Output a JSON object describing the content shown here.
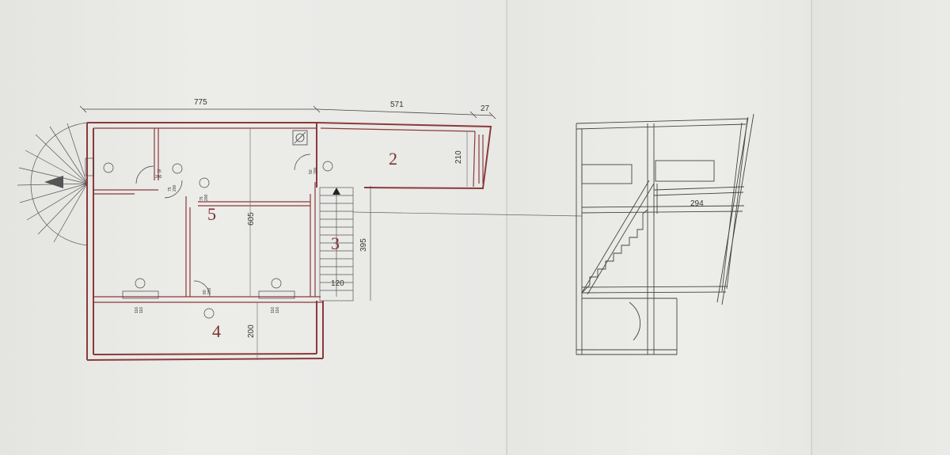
{
  "plan": {
    "dimensions": {
      "top_left": "775",
      "top_mid": "571",
      "top_right": "27",
      "room2_height": "210",
      "hall_depth": "605",
      "stair_length": "395",
      "stair_width": "120",
      "terrace_depth": "200",
      "section_span": "294"
    },
    "room_numbers": {
      "room2": "2",
      "room3": "3",
      "room4": "4",
      "room5": "5"
    },
    "door_marks": {
      "d1_top": "75",
      "d1_bottom": "200",
      "d2_top": "75",
      "d2_bottom": "200",
      "d3_top": "80",
      "d3_bottom": "200",
      "d4_top": "75",
      "d4_bottom": "200",
      "d5_top": "116",
      "d5_bottom": "116",
      "d6_top": "116",
      "d6_bottom": "116",
      "d7_top": "50",
      "d7_bottom": "200"
    },
    "colors": {
      "wall_red": "#8b3a3a",
      "line_dark": "#444444"
    }
  }
}
